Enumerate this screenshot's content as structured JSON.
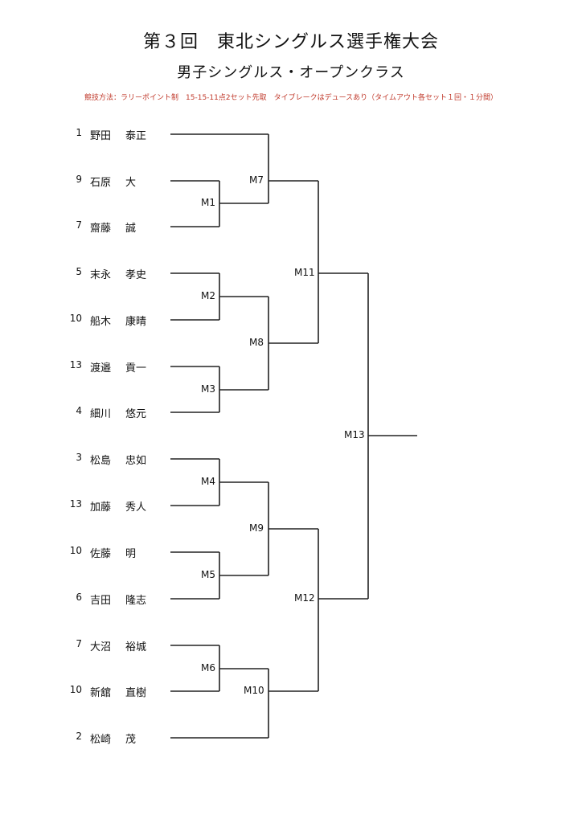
{
  "title": "第３回　東北シングルス選手権大会",
  "subtitle": "男子シングルス・オープンクラス",
  "rules": "競技方法：ラリーポイント制　15-15-11点2セット先取　タイブレークはデュースあり（タイムアウト各セット１回・１分間）",
  "colors": {
    "rules_text": "#c0392b",
    "lines": "#222222"
  },
  "players": [
    {
      "seed": "1",
      "surname": "野田",
      "given": "泰正"
    },
    {
      "seed": "9",
      "surname": "石原",
      "given": "大"
    },
    {
      "seed": "7",
      "surname": "齋藤",
      "given": "誠"
    },
    {
      "seed": "5",
      "surname": "末永",
      "given": "孝史"
    },
    {
      "seed": "10",
      "surname": "船木",
      "given": "康晴"
    },
    {
      "seed": "13",
      "surname": "渡邉",
      "given": "貢一"
    },
    {
      "seed": "4",
      "surname": "細川",
      "given": "悠元"
    },
    {
      "seed": "3",
      "surname": "松島",
      "given": "忠如"
    },
    {
      "seed": "13",
      "surname": "加藤",
      "given": "秀人"
    },
    {
      "seed": "10",
      "surname": "佐藤",
      "given": "明"
    },
    {
      "seed": "6",
      "surname": "吉田",
      "given": "隆志"
    },
    {
      "seed": "7",
      "surname": "大沼",
      "given": "裕城"
    },
    {
      "seed": "10",
      "surname": "新舘",
      "given": "直樹"
    },
    {
      "seed": "2",
      "surname": "松崎",
      "given": "茂"
    }
  ],
  "matches": {
    "m1": "M1",
    "m2": "M2",
    "m3": "M3",
    "m4": "M4",
    "m5": "M5",
    "m6": "M6",
    "m7": "M7",
    "m8": "M8",
    "m9": "M9",
    "m10": "M10",
    "m11": "M11",
    "m12": "M12",
    "m13": "M13"
  }
}
